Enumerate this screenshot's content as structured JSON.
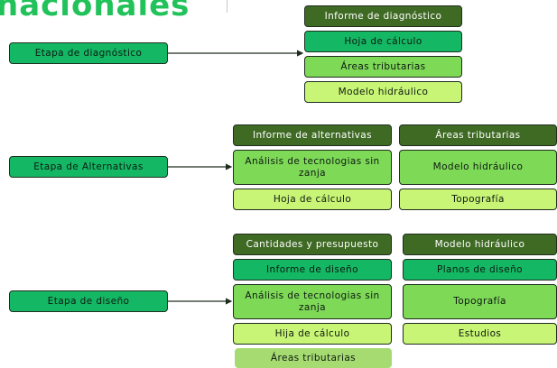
{
  "logo": {
    "text": "nacionales"
  },
  "stages": {
    "diagnostico": {
      "label": "Etapa de diagnóstico",
      "items": [
        "Informe de diagnóstico",
        "Hoja de cálculo",
        "Áreas tributarias",
        "Modelo hidráulico"
      ]
    },
    "alternativas": {
      "label": "Etapa de Alternativas",
      "left": [
        "Informe de alternativas",
        "Análisis de tecnologias sin zanja",
        "Hoja de cálculo"
      ],
      "right": [
        "Áreas tributarias",
        "Modelo hidráulico",
        "Topografía"
      ]
    },
    "diseno": {
      "label": "Etapa de diseño",
      "left": [
        "Cantidades y presupuesto",
        "Informe de diseño",
        "Análisis de tecnologias sin zanja",
        "Hija de cálculo",
        "Áreas tributarias"
      ],
      "right": [
        "Modelo hidráulico",
        "Planos de diseño",
        "Topografía",
        "Estudios"
      ]
    }
  },
  "colors": {
    "dark": "#3f6a24",
    "green": "#14b864",
    "mid": "#7ed957",
    "light": "#c8f575",
    "logo": "#21c25a"
  }
}
